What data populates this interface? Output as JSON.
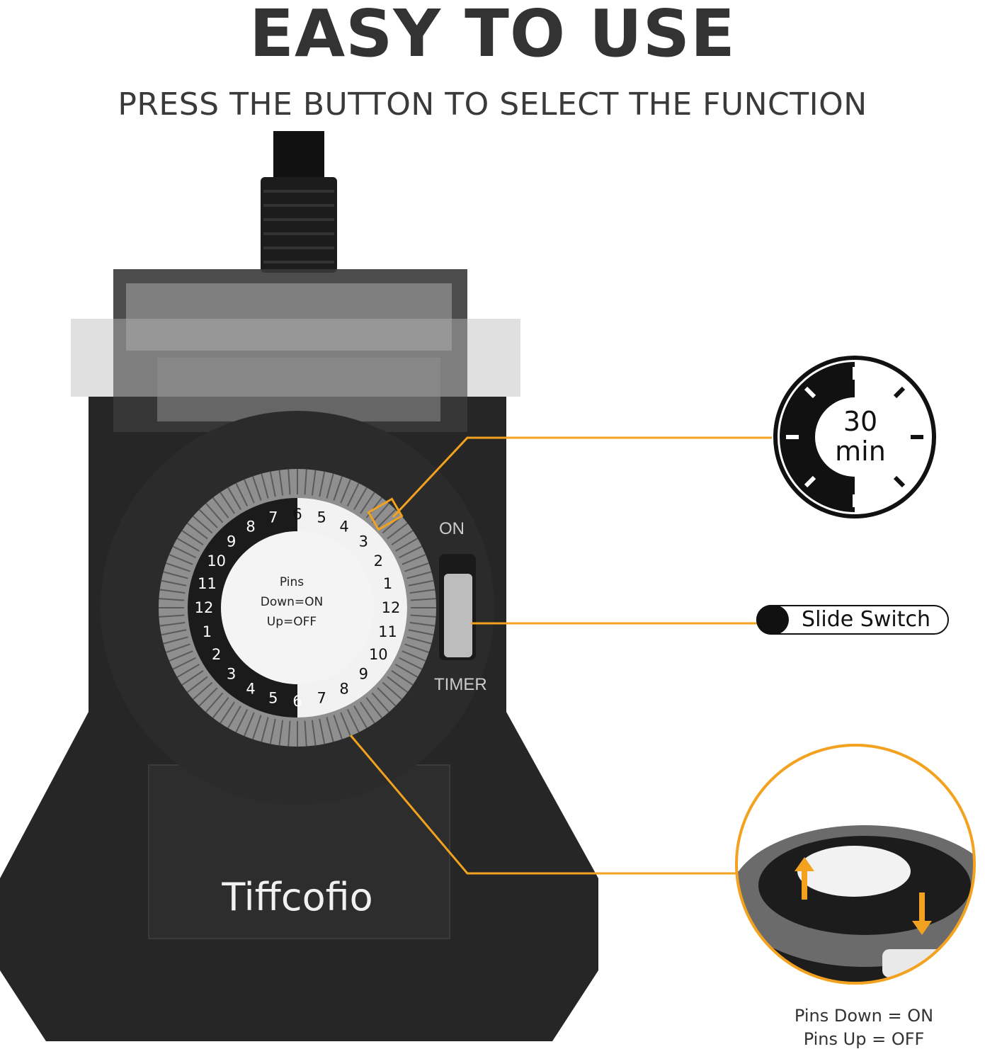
{
  "header": {
    "headline": "EASY TO USE",
    "subtitle": "PRESS THE BUTTON TO SELECT THE FUNCTION"
  },
  "device": {
    "brand": "Tiffcofio",
    "switch_on_label": "ON",
    "switch_timer_label": "TIMER",
    "dial_center_lines": [
      "Pins",
      "Down=ON",
      "Up=OFF"
    ]
  },
  "callouts": {
    "timer_badge": {
      "line1": "30",
      "line2": "min"
    },
    "slide_switch": {
      "label": "Slide Switch"
    },
    "pins": {
      "line1": "Pins Down = ON",
      "line2": "Pins Up = OFF"
    }
  },
  "colors": {
    "accent": "#f3a21f",
    "device_body": "#262626",
    "text_dark": "#333333"
  }
}
